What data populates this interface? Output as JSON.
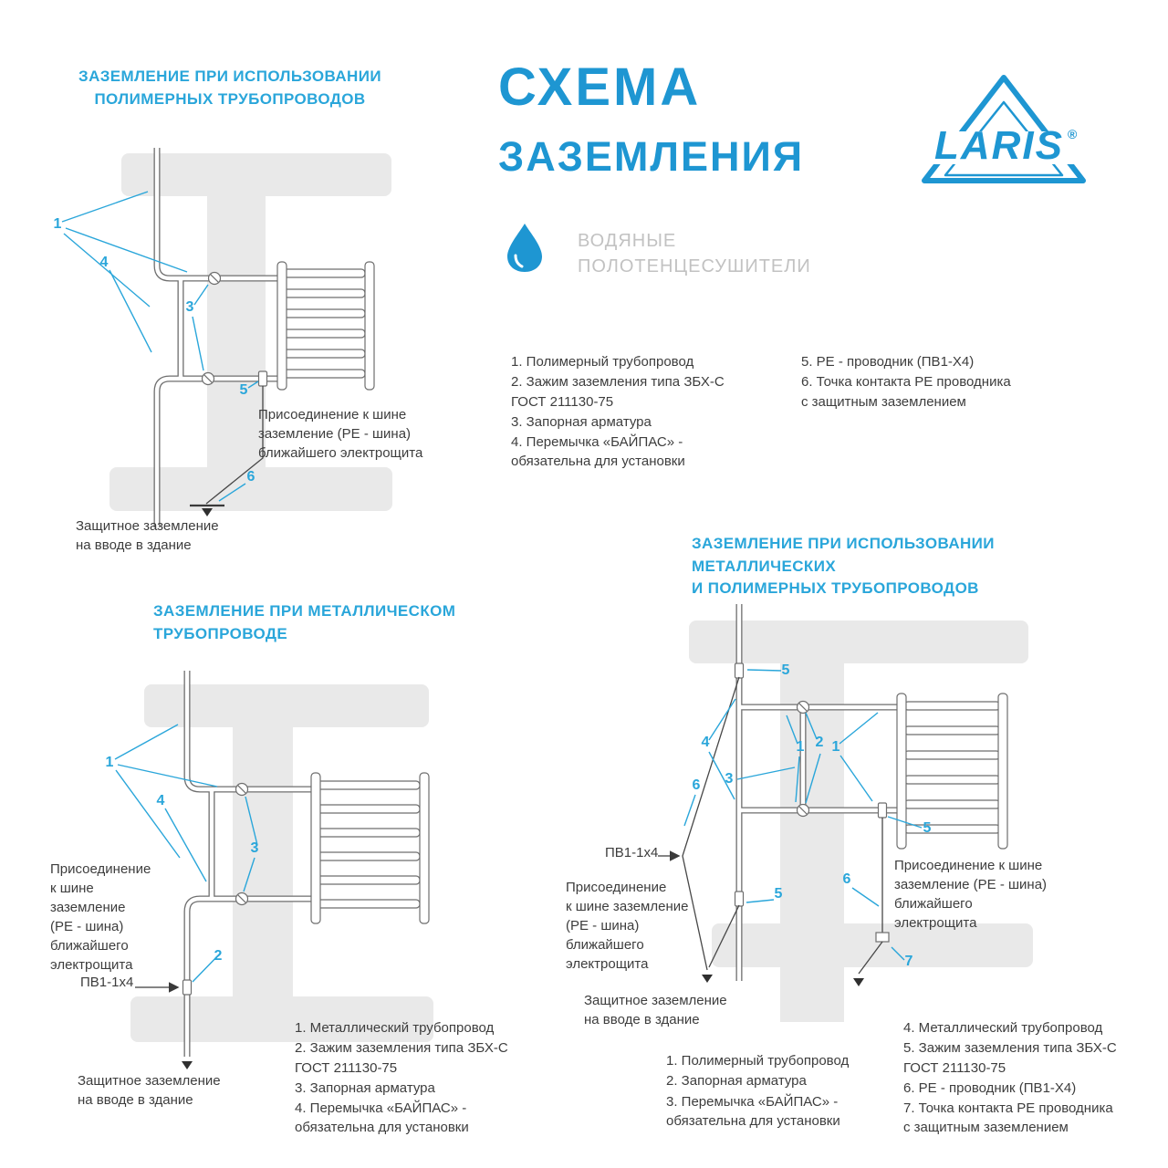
{
  "meta": {
    "brand": "LARIS",
    "reg": "®"
  },
  "colors": {
    "accent_cyan": "#2aa6da",
    "brand_blue": "#1e96d2",
    "beam_gray": "#e9e9e9",
    "text_dark": "#3d3d3d",
    "subtitle_gray": "#c2c2c2"
  },
  "header": {
    "title_line1": "СХЕМА",
    "title_line2": "ЗАЗЕМЛЕНИЯ",
    "subtitle_line1": "ВОДЯНЫЕ",
    "subtitle_line2": "ПОЛОТЕНЦЕСУШИТЕЛИ"
  },
  "sections": {
    "polymer": {
      "title": "ЗАЗЕМЛЕНИЕ ПРИ ИСПОЛЬЗОВАНИИ\nПОЛИМЕРНЫХ ТРУБОПРОВОДОВ",
      "pe_note": "Присоединение к шине\nзаземление (PE - шина)\nближайшего электрощита",
      "ground_note": "Защитное заземление\nна вводе в здание",
      "callouts": {
        "c1": "1",
        "c3": "3",
        "c4": "4",
        "c5": "5",
        "c6": "6"
      }
    },
    "metal": {
      "title": "ЗАЗЕМЛЕНИЕ ПРИ МЕТАЛЛИЧЕСКОМ\nТРУБОПРОВОДЕ",
      "pe_note": "Присоединение\nк шине\nзаземление\n(PE - шина)\nближайшего\nэлектрощита",
      "wire_label": "ПВ1-1х4",
      "ground_note": "Защитное заземление\nна вводе в здание",
      "callouts": {
        "c1": "1",
        "c2": "2",
        "c3": "3",
        "c4": "4"
      }
    },
    "mixed": {
      "title": "ЗАЗЕМЛЕНИЕ ПРИ ИСПОЛЬЗОВАНИИ\nМЕТАЛЛИЧЕСКИХ\nИ ПОЛИМЕРНЫХ ТРУБОПРОВОДОВ",
      "wire_label": "ПВ1-1х4",
      "pe_note_left": "Присоединение\nк шине заземление\n(PE - шина)\nближайшего\nэлектрощита",
      "pe_note_right": "Присоединение к шине\nзаземление (PE - шина)\nближайшего\nэлектрощита",
      "ground_note": "Защитное заземление\nна вводе в здание",
      "callouts": {
        "c5a": "5",
        "c4": "4",
        "c1a": "1",
        "c2": "2",
        "c1b": "1",
        "c3": "3",
        "c6a": "6",
        "c5b": "5",
        "c6b": "6",
        "c5c": "5",
        "c7": "7"
      }
    }
  },
  "legends": {
    "top_col1": [
      "1. Полимерный трубопровод",
      "2. Зажим заземления типа ЗБХ-С\nГОСТ 211130-75",
      "3. Запорная арматура",
      "4. Перемычка «БАЙПАС» -\nобязательна для установки"
    ],
    "top_col2": [
      "5. PE - проводник (ПВ1-Х4)",
      "6. Точка контакта PE проводника\nс защитным заземлением"
    ],
    "metal": [
      "1. Металлический трубопровод",
      "2. Зажим заземления типа ЗБХ-С\nГОСТ 211130-75",
      "3. Запорная арматура",
      "4. Перемычка «БАЙПАС» -\nобязательна для установки"
    ],
    "mixed_col1": [
      "1. Полимерный трубопровод",
      "2. Запорная арматура",
      "3. Перемычка «БАЙПАС» -\nобязательна для установки"
    ],
    "mixed_col2": [
      "4. Металлический трубопровод",
      "5. Зажим заземления типа ЗБХ-С\nГОСТ 211130-75",
      "6. PE - проводник (ПВ1-Х4)",
      "7. Точка контакта PE проводника\nс защитным заземлением"
    ]
  }
}
